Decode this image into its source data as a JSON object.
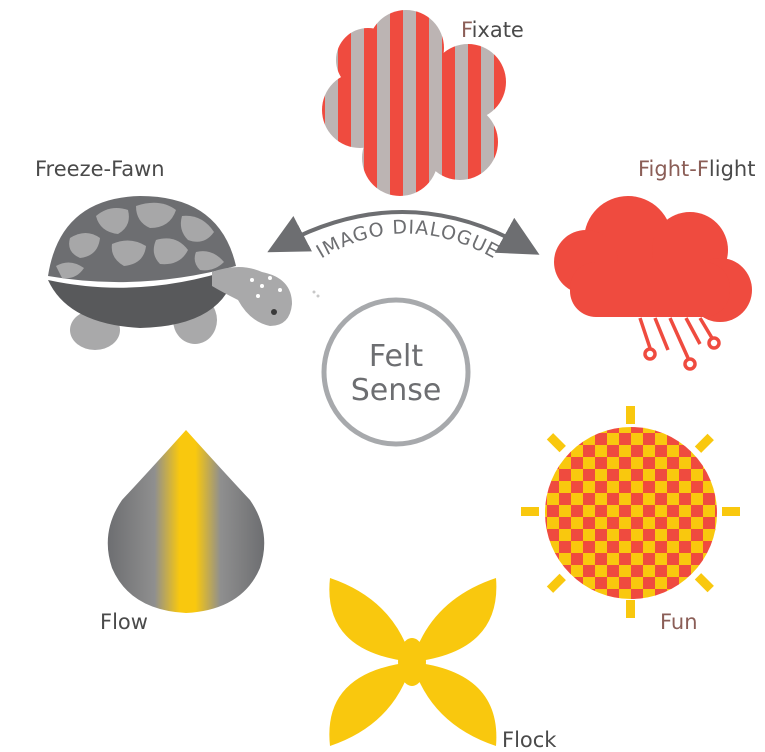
{
  "labels": {
    "fixate": {
      "first": "F",
      "rest": "ixate"
    },
    "fight_flight": {
      "part1": "Fight-F",
      "part2": "light"
    },
    "freeze_fawn": "Freeze-Fawn",
    "flow": "Flow",
    "fun": "Fun",
    "flock": "Flock"
  },
  "center": {
    "line1": "Felt",
    "line2": "Sense"
  },
  "arc_label": "IMAGO DIALOGUE",
  "colors": {
    "red": "#ef4b3f",
    "gray": "#b9b2b1",
    "yellow": "#f9c80e",
    "dark_gray": "#6d6e71",
    "text": "#4a4a4a",
    "accent_brown": "#8b5e57"
  },
  "icons": [
    "flower-icon",
    "cloud-rain-icon",
    "turtle-icon",
    "drop-icon",
    "sun-icon",
    "butterfly-icon"
  ]
}
